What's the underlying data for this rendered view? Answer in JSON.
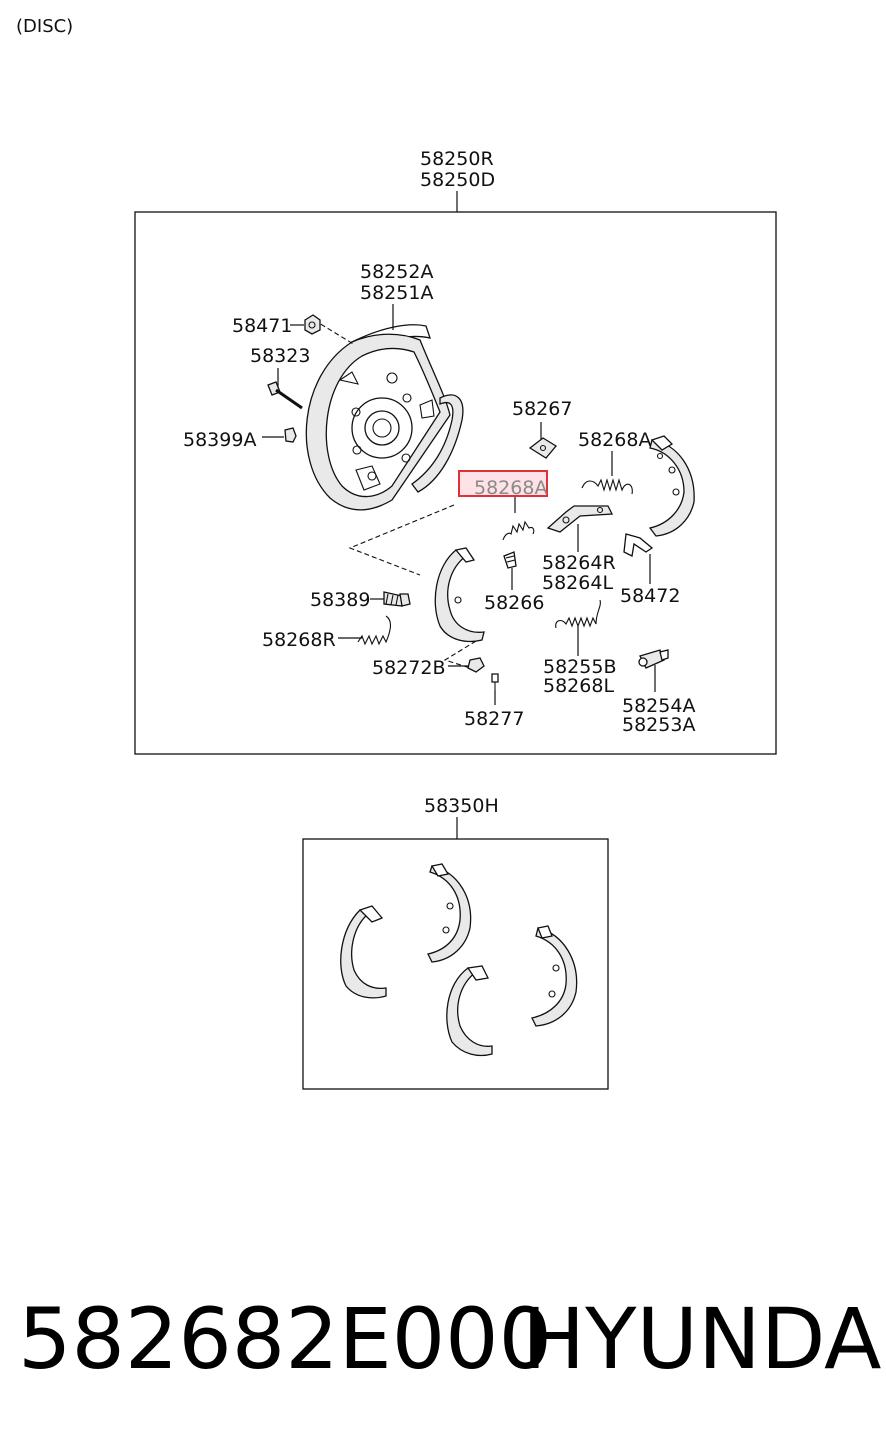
{
  "header": {
    "variant": "(DISC)"
  },
  "assembly": {
    "ref_line1": "58250R",
    "ref_line2": "58250D"
  },
  "callouts": {
    "backing_plate_1": "58252A",
    "backing_plate_2": "58251A",
    "p58471": "58471",
    "p58323": "58323",
    "p58399a": "58399A",
    "p58267": "58267",
    "p58268a_right": "58268A",
    "p58268a_highlight": "58268A",
    "p58264r": "58264R",
    "p58264l": "58264L",
    "p58472": "58472",
    "p58266": "58266",
    "p58389": "58389",
    "p58268r": "58268R",
    "p58272b": "58272B",
    "p58255b": "58255B",
    "p58268l": "58268L",
    "p58254a": "58254A",
    "p58253a": "58253A",
    "p58277": "58277"
  },
  "shoe_kit": {
    "ref": "58350H"
  },
  "highlight": {
    "color": "#e0303a",
    "fill": "#fde3e5"
  },
  "footer": {
    "part_number": "582682E000",
    "brand": "HYUNDAI"
  }
}
